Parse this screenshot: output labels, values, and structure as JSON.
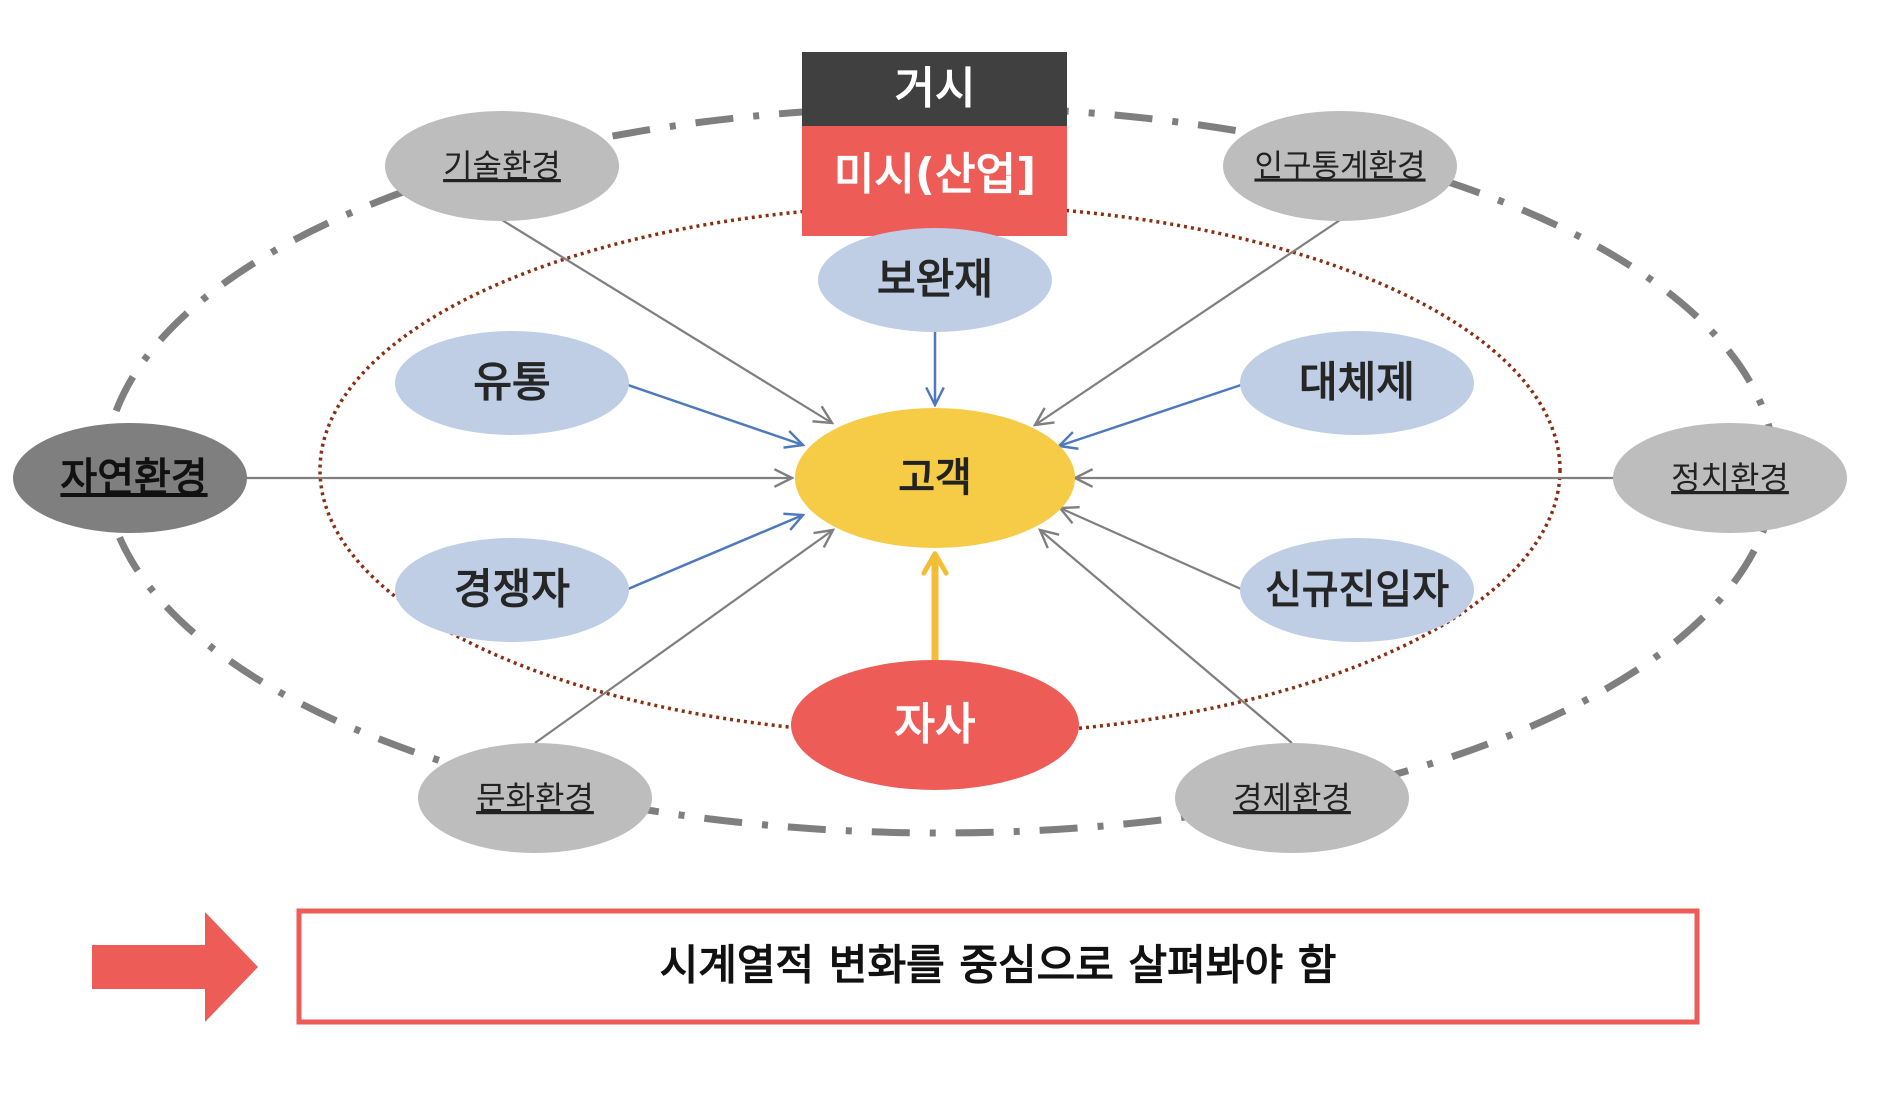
{
  "header": {
    "macro_label": "거시",
    "micro_label": "미시(산업]"
  },
  "center": {
    "customer_label": "고객",
    "company_label": "자사"
  },
  "industry_nodes": {
    "complement": "보완재",
    "distribution": "유통",
    "substitute": "대체제",
    "competitor": "경쟁자",
    "new_entrant": "신규진입자"
  },
  "environment_nodes": {
    "natural": "자연환경",
    "technology": "기술환경",
    "demographic": "인구통계환경",
    "political": "정치환경",
    "cultural": "문화환경",
    "economic": "경제환경"
  },
  "conclusion": {
    "text": "시계열적 변화를 중심으로 살펴봐야 함"
  },
  "colors": {
    "macro_header": "#404040",
    "micro_header": "#ED5C57",
    "customer": "#F6CB45",
    "company": "#ED5C57",
    "industry_node": "#BFCEE5",
    "environment_node": "#BDBDBD",
    "natural_node": "#7F7F7F",
    "outer_ring": "#7F7F7F",
    "inner_ring": "#8B2E12",
    "blue_arrow": "#4F79BD",
    "gray_arrow": "#7F7F7F",
    "company_arrow": "#F2BE35",
    "conclusion_border": "#ED5C57"
  }
}
